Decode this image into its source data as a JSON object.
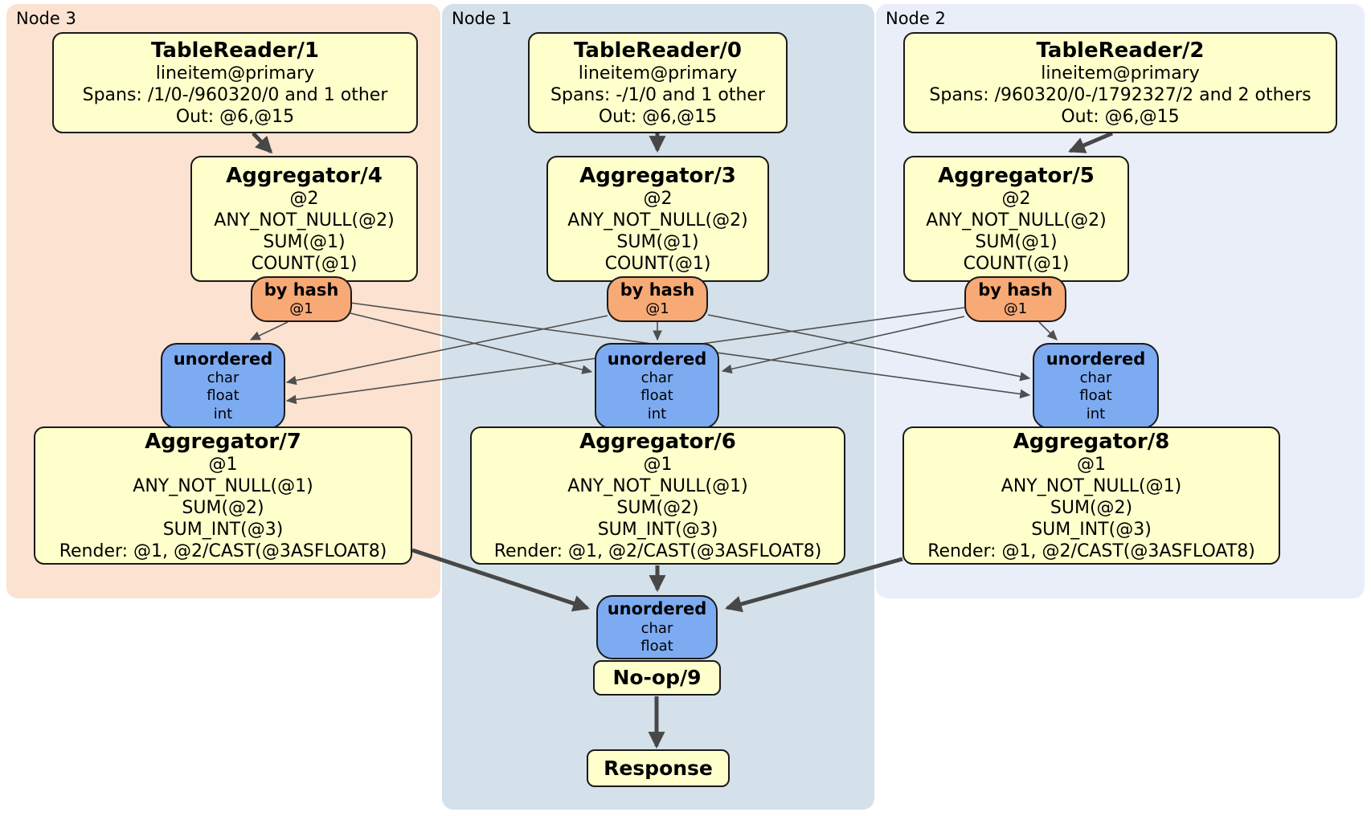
{
  "groups": [
    {
      "label": "Node 3",
      "bg": "#fbe2d1"
    },
    {
      "label": "Node 1",
      "bg": "#d4e1ea"
    },
    {
      "label": "Node 2",
      "bg": "#e9eef8"
    }
  ],
  "colors": {
    "processor_fill": "#ffffcc",
    "router_fill": "#f7a976",
    "sync_fill": "#7dabf2",
    "edge": "#474747",
    "border": "#1a1a1a"
  },
  "boxes": {
    "tr1": {
      "title": "TableReader/1",
      "lines": [
        "lineitem@primary",
        "Spans: /1/0-/960320/0 and 1 other",
        "Out: @6,@15"
      ]
    },
    "tr0": {
      "title": "TableReader/0",
      "lines": [
        "lineitem@primary",
        "Spans: -/1/0 and 1 other",
        "Out: @6,@15"
      ]
    },
    "tr2": {
      "title": "TableReader/2",
      "lines": [
        "lineitem@primary",
        "Spans: /960320/0-/1792327/2 and 2 others",
        "Out: @6,@15"
      ]
    },
    "agg4": {
      "title": "Aggregator/4",
      "lines": [
        "@2",
        "ANY_NOT_NULL(@2)",
        "SUM(@1)",
        "COUNT(@1)"
      ]
    },
    "agg3": {
      "title": "Aggregator/3",
      "lines": [
        "@2",
        "ANY_NOT_NULL(@2)",
        "SUM(@1)",
        "COUNT(@1)"
      ]
    },
    "agg5": {
      "title": "Aggregator/5",
      "lines": [
        "@2",
        "ANY_NOT_NULL(@2)",
        "SUM(@1)",
        "COUNT(@1)"
      ]
    },
    "hash3": {
      "title": "by hash",
      "lines": [
        "@1"
      ]
    },
    "hash1": {
      "title": "by hash",
      "lines": [
        "@1"
      ]
    },
    "hash2": {
      "title": "by hash",
      "lines": [
        "@1"
      ]
    },
    "un3": {
      "title": "unordered",
      "lines": [
        "char",
        "float",
        "int"
      ]
    },
    "un1": {
      "title": "unordered",
      "lines": [
        "char",
        "float",
        "int"
      ]
    },
    "un2": {
      "title": "unordered",
      "lines": [
        "char",
        "float",
        "int"
      ]
    },
    "agg7": {
      "title": "Aggregator/7",
      "lines": [
        "@1",
        "ANY_NOT_NULL(@1)",
        "SUM(@2)",
        "SUM_INT(@3)",
        "Render: @1, @2/CAST(@3ASFLOAT8)"
      ]
    },
    "agg6": {
      "title": "Aggregator/6",
      "lines": [
        "@1",
        "ANY_NOT_NULL(@1)",
        "SUM(@2)",
        "SUM_INT(@3)",
        "Render: @1, @2/CAST(@3ASFLOAT8)"
      ]
    },
    "agg8": {
      "title": "Aggregator/8",
      "lines": [
        "@1",
        "ANY_NOT_NULL(@1)",
        "SUM(@2)",
        "SUM_INT(@3)",
        "Render: @1, @2/CAST(@3ASFLOAT8)"
      ]
    },
    "unfinal": {
      "title": "unordered",
      "lines": [
        "char",
        "float"
      ]
    },
    "noop": {
      "title": "No-op/9",
      "lines": []
    },
    "response": {
      "title": "Response",
      "lines": []
    }
  }
}
